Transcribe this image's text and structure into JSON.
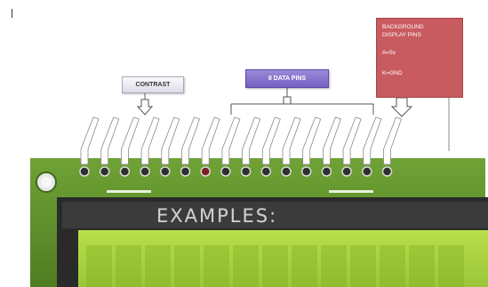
{
  "labels": {
    "contrast": "CONTRAST",
    "data_pins": "8 DATA PINS",
    "background": {
      "line1": "BACKGROUND",
      "line2": "DISPLAY PINS",
      "anode": "A=5v",
      "cathode": "K=GND"
    }
  },
  "display_text": "EXAMPLES:",
  "pin_count": 16,
  "colors": {
    "pcb": "#5d8f2c",
    "lcd_bezel": "#2a2a2a",
    "lcd_screen": "#a7d13a",
    "data_pins_box": "#7a67c6",
    "background_box": "#c85b5f"
  }
}
